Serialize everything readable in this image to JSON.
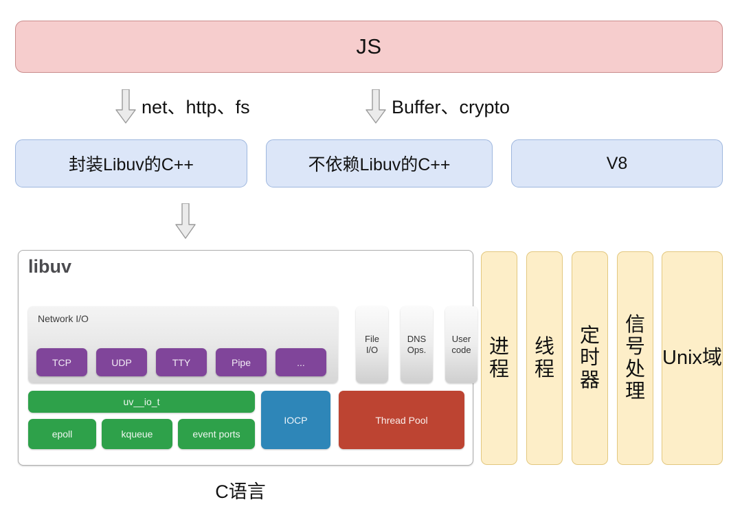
{
  "diagram": {
    "title_top": "JS",
    "footer": "C语言",
    "colors": {
      "js_fill": "#f6cdcd",
      "js_border": "#c98b8b",
      "blue_fill": "#dce6f8",
      "blue_border": "#9db6de",
      "cream_fill": "#fdeec8",
      "cream_border": "#e2c77e",
      "purple": "#80459a",
      "green": "#2ea14a",
      "blue_block": "#2e86b8",
      "red_block": "#bd4432",
      "gray_panel": "#e9e9e9",
      "libuv_title": "#4b4b4f"
    }
  },
  "arrows": [
    {
      "name": "arrow-net-http-fs",
      "label": "net、http、fs"
    },
    {
      "name": "arrow-buffer-crypto",
      "label": "Buffer、crypto"
    },
    {
      "name": "arrow-to-libuv",
      "label": ""
    }
  ],
  "middle_row": {
    "boxes": [
      {
        "label": "封装Libuv的C++"
      },
      {
        "label": "不依赖Libuv的C++"
      },
      {
        "label": "V8"
      }
    ]
  },
  "libuv": {
    "title": "libuv",
    "network_io": {
      "label": "Network I/O",
      "chips": [
        {
          "label": "TCP"
        },
        {
          "label": "UDP"
        },
        {
          "label": "TTY"
        },
        {
          "label": "Pipe"
        },
        {
          "label": "..."
        }
      ]
    },
    "gray_columns": [
      {
        "line1": "File",
        "line2": "I/O"
      },
      {
        "line1": "DNS",
        "line2": "Ops."
      },
      {
        "line1": "User",
        "line2": "code"
      }
    ],
    "uv_io_t": "uv__io_t",
    "backends": [
      {
        "label": "epoll"
      },
      {
        "label": "kqueue"
      },
      {
        "label": "event ports"
      }
    ],
    "iocp": "IOCP",
    "thread_pool": "Thread Pool"
  },
  "side_columns": [
    {
      "label": "进程"
    },
    {
      "label": "线程"
    },
    {
      "label": "定时器"
    },
    {
      "label": "信号处理"
    },
    {
      "label": "Unix域"
    }
  ]
}
